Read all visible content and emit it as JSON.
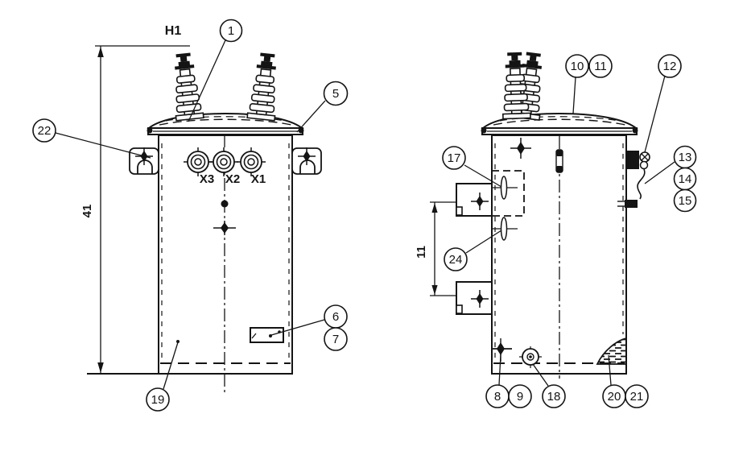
{
  "colors": {
    "ink": "#141414",
    "paper": "#ffffff"
  },
  "front_view": {
    "hv_terminal_label": "H1",
    "lv_terminal_labels": {
      "x3": "X3",
      "x2": "X2",
      "x1": "X1"
    },
    "overall_height_dim": "41"
  },
  "side_view": {
    "bracket_spacing_dim": "11"
  },
  "callouts": {
    "c1": "1",
    "c5": "5",
    "c6": "6",
    "c7": "7",
    "c8": "8",
    "c9": "9",
    "c10": "10",
    "c11": "11",
    "c12": "12",
    "c13": "13",
    "c14": "14",
    "c15": "15",
    "c17": "17",
    "c18": "18",
    "c19": "19",
    "c20": "20",
    "c21": "21",
    "c22": "22",
    "c24": "24"
  }
}
